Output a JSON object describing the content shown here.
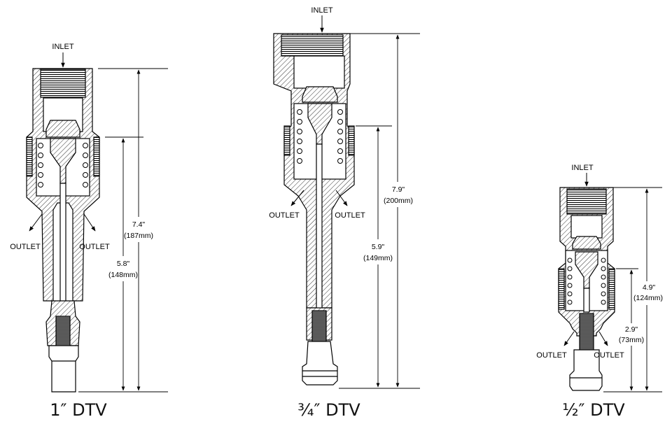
{
  "valves": [
    {
      "id": "one-inch",
      "inlet": "INLET",
      "outlet_left": "OUTLET",
      "outlet_right": "OUTLET",
      "overall": "7.4\"",
      "overall_mm": "(187mm)",
      "insertion": "5.8\"",
      "insertion_mm": "(148mm)",
      "caption": "1″ DTV"
    },
    {
      "id": "three-quarter-inch",
      "inlet": "INLET",
      "outlet_left": "OUTLET",
      "outlet_right": "OUTLET",
      "overall": "7.9\"",
      "overall_mm": "(200mm)",
      "insertion": "5.9\"",
      "insertion_mm": "(149mm)",
      "caption": "¾″ DTV"
    },
    {
      "id": "half-inch",
      "inlet": "INLET",
      "outlet_left": "OUTLET",
      "outlet_right": "OUTLET",
      "overall": "4.9\"",
      "overall_mm": "(124mm)",
      "insertion": "2.9\"",
      "insertion_mm": "(73mm)",
      "caption": "½″ DTV"
    }
  ]
}
